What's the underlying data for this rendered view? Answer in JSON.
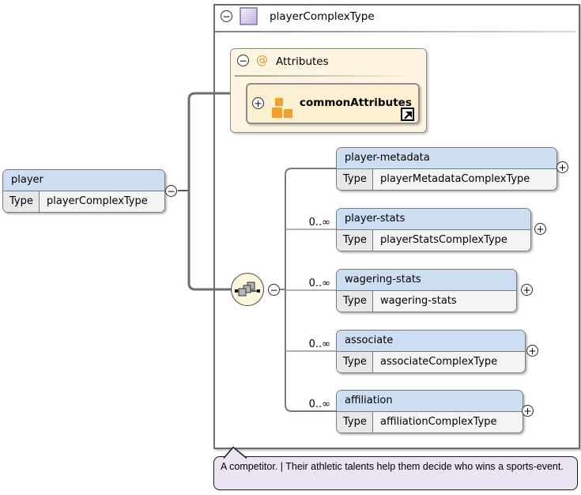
{
  "labels": {
    "type": "Type"
  },
  "icons": {
    "collapse": "−",
    "expand": "+",
    "at": "@",
    "link": "↗"
  },
  "container": {
    "title": "playerComplexType"
  },
  "attributes_panel": {
    "title": "Attributes",
    "group_name": "commonAttributes"
  },
  "root": {
    "name": "player",
    "type": "playerComplexType"
  },
  "children": [
    {
      "name": "player-metadata",
      "type": "playerMetadataComplexType",
      "cardinality": ""
    },
    {
      "name": "player-stats",
      "type": "playerStatsComplexType",
      "cardinality": "0..∞"
    },
    {
      "name": "wagering-stats",
      "type": "wagering-stats",
      "cardinality": "0..∞"
    },
    {
      "name": "associate",
      "type": "associateComplexType",
      "cardinality": "0..∞"
    },
    {
      "name": "affiliation",
      "type": "affiliationComplexType",
      "cardinality": "0..∞"
    }
  ],
  "annotation": {
    "text": "A competitor. | Their athletic talents help them decide who wins a sports-event."
  },
  "colors": {
    "header_blue": "#CEDEF2",
    "panel_cream": "#FDF5E1",
    "group_cream": "#FCEFD2",
    "accent_orange": "#EFA02F",
    "sequence_bg": "#FAF7DC",
    "lavender": "#EAE4F3"
  }
}
